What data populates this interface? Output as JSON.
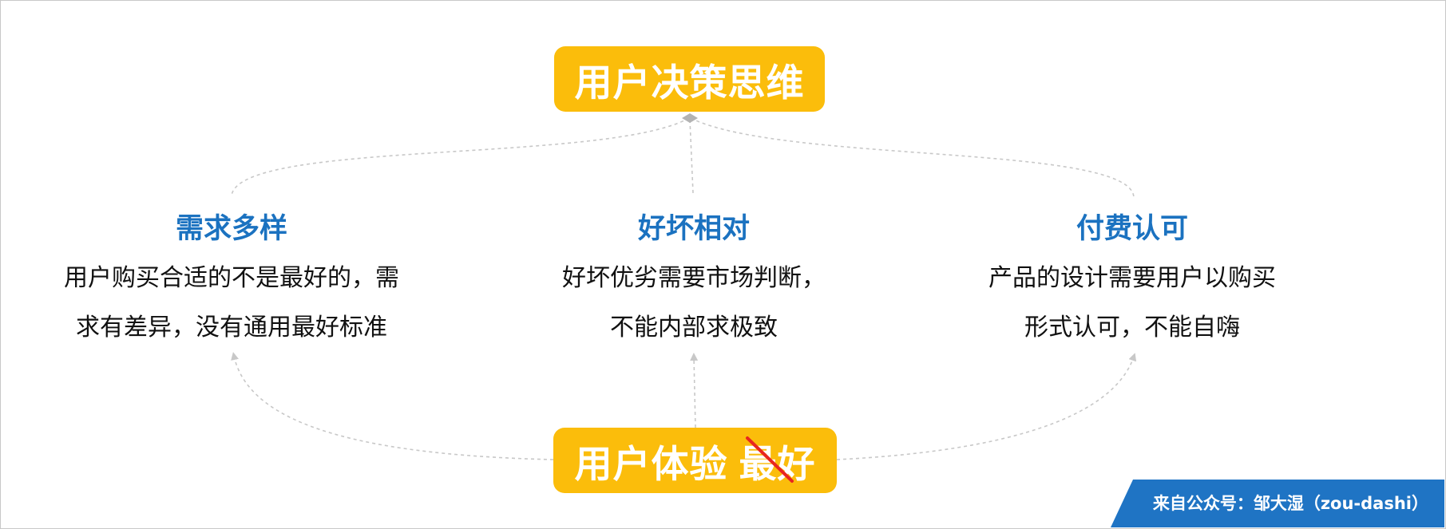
{
  "diagram": {
    "top_node": {
      "label": "用户决策思维"
    },
    "bottom_node": {
      "label_main": "用户体验",
      "label_struck": "最好"
    },
    "columns": [
      {
        "title": "需求多样",
        "line1": "用户购买合适的不是最好的，需",
        "line2": "求有差异，没有通用最好标准"
      },
      {
        "title": "好坏相对",
        "line1": "好坏优劣需要市场判断，",
        "line2": "不能内部求极致"
      },
      {
        "title": "付费认可",
        "line1": "产品的设计需要用户以购买",
        "line2": "形式认可，不能自嗨"
      }
    ]
  },
  "footer": {
    "source": "来自公众号：邹大湿（zou-dashi）"
  },
  "colors": {
    "node_fill": "#fbbd0b",
    "title_blue": "#1b72c0",
    "connector": "#c8c8c8",
    "strike": "#e8261f",
    "footer_band": "#1f74c4"
  }
}
